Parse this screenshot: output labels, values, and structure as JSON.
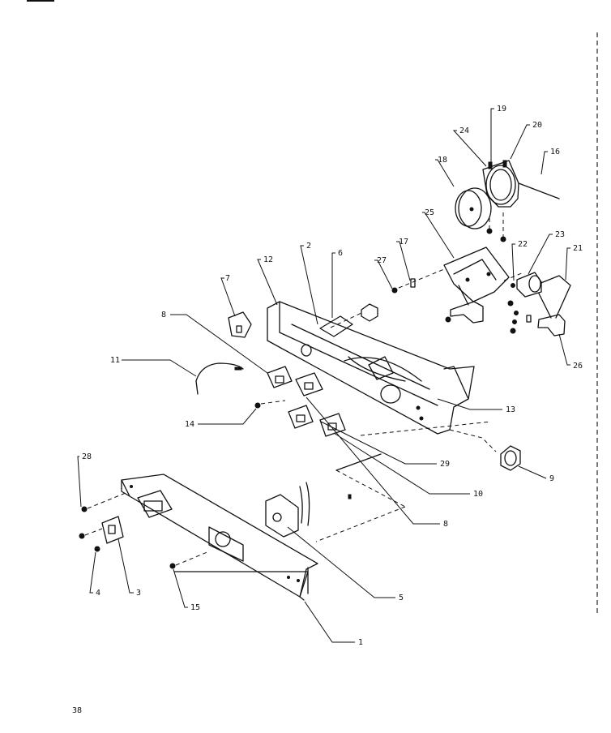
{
  "page_number": "38",
  "callouts": [
    {
      "id": "c19",
      "text": "19"
    },
    {
      "id": "c20",
      "text": "20"
    },
    {
      "id": "c24",
      "text": "24"
    },
    {
      "id": "c16",
      "text": "16"
    },
    {
      "id": "c18",
      "text": "18"
    },
    {
      "id": "c25",
      "text": "25"
    },
    {
      "id": "c17",
      "text": "17"
    },
    {
      "id": "c27",
      "text": "27"
    },
    {
      "id": "c22",
      "text": "22"
    },
    {
      "id": "c23",
      "text": "23"
    },
    {
      "id": "c21",
      "text": "21"
    },
    {
      "id": "c26",
      "text": "26"
    },
    {
      "id": "c12",
      "text": "12"
    },
    {
      "id": "c2",
      "text": "2"
    },
    {
      "id": "c6",
      "text": "6"
    },
    {
      "id": "c7",
      "text": "7"
    },
    {
      "id": "c8a",
      "text": "8"
    },
    {
      "id": "c11",
      "text": "11"
    },
    {
      "id": "c13",
      "text": "13"
    },
    {
      "id": "c14",
      "text": "14"
    },
    {
      "id": "c29",
      "text": "29"
    },
    {
      "id": "c9",
      "text": "9"
    },
    {
      "id": "c10",
      "text": "10"
    },
    {
      "id": "c8b",
      "text": "8"
    },
    {
      "id": "c28",
      "text": "28"
    },
    {
      "id": "c5",
      "text": "5"
    },
    {
      "id": "c4",
      "text": "4"
    },
    {
      "id": "c3",
      "text": "3"
    },
    {
      "id": "c15",
      "text": "15"
    },
    {
      "id": "c1",
      "text": "1"
    }
  ]
}
